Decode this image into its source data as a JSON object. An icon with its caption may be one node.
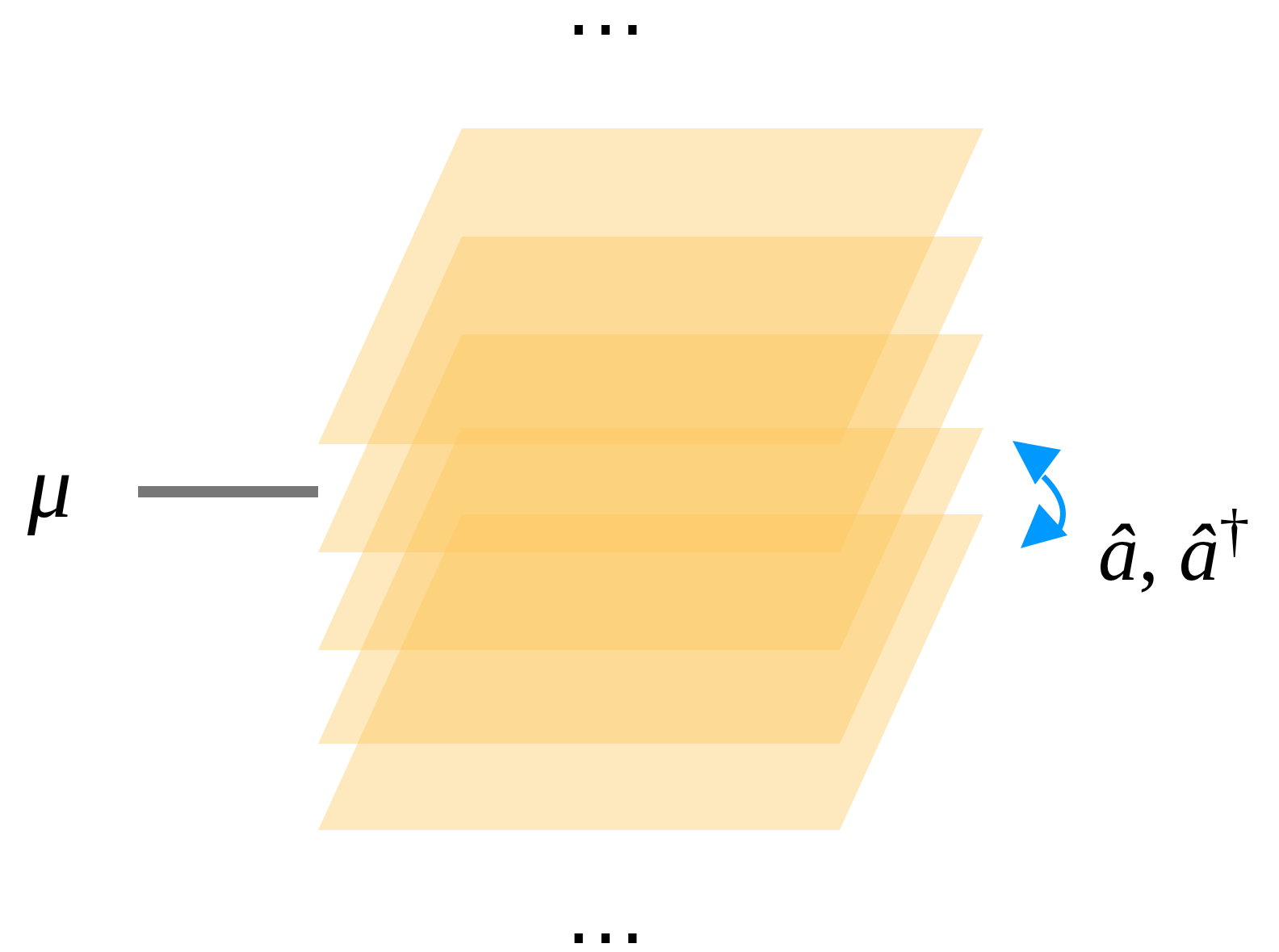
{
  "diagram": {
    "nodes": [
      {
        "text": [
          "μ"
        ]
      },
      {
        "text": [],
        "shape": "parallelogram"
      },
      {
        "text": [],
        "shape": "parallelogram"
      },
      {
        "text": [],
        "shape": "parallelogram"
      },
      {
        "text": [],
        "shape": "parallelogram"
      },
      {
        "text": [],
        "shape": "parallelogram"
      }
    ],
    "labels": [
      "⋯",
      "⋯",
      "*â*, *â*$^{†}$"
    ]
  }
}
